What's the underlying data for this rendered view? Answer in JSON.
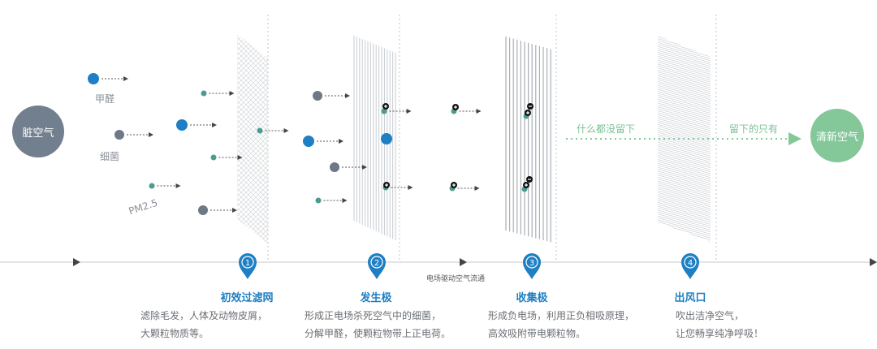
{
  "endpoints": {
    "dirty_air": "脏空气",
    "clean_air": "清新空气"
  },
  "pollutants": {
    "formaldehyde": "甲醛",
    "bacteria": "细菌",
    "pm25": "PM2.5"
  },
  "airflow_note": "电场驱动空气流通",
  "notes": {
    "nothing_left": "什么都没留下",
    "only_left": "留下的只有"
  },
  "stages": [
    {
      "number": "1",
      "title": "初效过滤网",
      "desc_line1": "滤除毛发，人体及动物皮屑，",
      "desc_line2": "大颗粒物质等。"
    },
    {
      "number": "2",
      "title": "发生极",
      "desc_line1": "形成正电场杀死空气中的细菌，",
      "desc_line2": "分解甲醛，使颗粒物带上正电荷。"
    },
    {
      "number": "3",
      "title": "收集极",
      "desc_line1": "形成负电场，利用正负相吸原理，",
      "desc_line2": "高效吸附带电颗粒物。"
    },
    {
      "number": "4",
      "title": "出风口",
      "desc_line1": "吹出洁净空气，",
      "desc_line2": "让您畅享纯净呼吸！"
    }
  ],
  "colors": {
    "blue": "#1e7fc4",
    "gray_particle": "#6e7886",
    "teal_particle": "#4a9d8e",
    "dirty_air": "#727f8e",
    "clean_air": "#84c89a"
  }
}
